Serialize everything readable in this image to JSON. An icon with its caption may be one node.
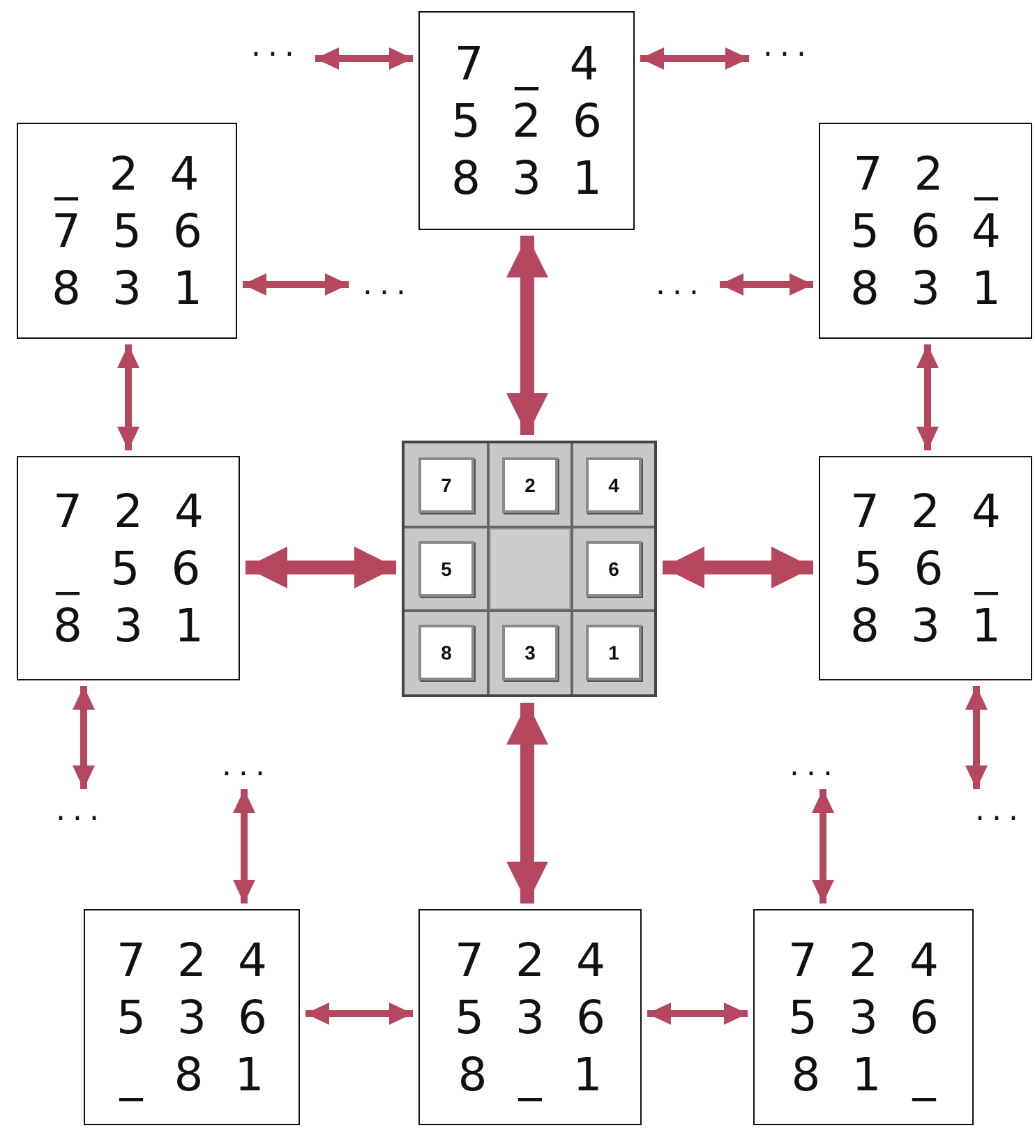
{
  "diagram": {
    "nodes": [
      {
        "text": [
          "..."
        ]
      },
      {
        "text": [
          "7 _ 4",
          "5 2 6",
          "8 3 1"
        ]
      },
      {
        "text": [
          "..."
        ]
      },
      {
        "text": [
          "_ 2 4",
          "7 5 6",
          "8 3 1"
        ]
      },
      {
        "text": [
          "..."
        ]
      },
      {
        "text": [
          "..."
        ]
      },
      {
        "text": [
          "7 2 _",
          "5 6 4",
          "8 3 1"
        ]
      },
      {
        "text": [
          "7 2 4",
          "_ 5 6",
          "8 3 1"
        ]
      },
      {
        "text": [],
        "shape": "box"
      },
      {
        "text": [
          "7"
        ],
        "in": 8
      },
      {
        "text": [
          "2"
        ],
        "in": 8
      },
      {
        "text": [
          "4"
        ],
        "in": 8
      },
      {
        "text": [
          "5"
        ],
        "in": 8
      },
      {
        "text": [],
        "shape": "box",
        "in": 8
      },
      {
        "text": [
          "6"
        ],
        "in": 8
      },
      {
        "text": [
          "8"
        ],
        "in": 8
      },
      {
        "text": [
          "3"
        ],
        "in": 8
      },
      {
        "text": [
          "1"
        ],
        "in": 8
      },
      {
        "text": [
          "7 2 4",
          "5 6 _",
          "8 3 1"
        ]
      },
      {
        "text": [
          "..."
        ]
      },
      {
        "text": [
          "..."
        ]
      },
      {
        "text": [
          "..."
        ]
      },
      {
        "text": [
          "..."
        ]
      },
      {
        "text": [
          "7 2 4",
          "5 3 6",
          "_ 8 1"
        ]
      },
      {
        "text": [
          "7 2 4",
          "5 3 6",
          "8 _ 1"
        ]
      },
      {
        "text": [
          "7 2 4",
          "5 3 6",
          "8 1 _"
        ]
      }
    ],
    "edges": [
      {
        "from": 0,
        "to": 1,
        "arrow": "both"
      },
      {
        "from": 1,
        "to": 2,
        "arrow": "both"
      },
      {
        "from": 3,
        "to": 4,
        "arrow": "both"
      },
      {
        "from": 5,
        "to": 6,
        "arrow": "both"
      },
      {
        "from": 1,
        "to": 8,
        "arrow": "both",
        "style": "thick"
      },
      {
        "from": 3,
        "to": 7,
        "arrow": "both"
      },
      {
        "from": 6,
        "to": 18,
        "arrow": "both"
      },
      {
        "from": 7,
        "to": 8,
        "arrow": "both",
        "style": "thick"
      },
      {
        "from": 8,
        "to": 18,
        "arrow": "both",
        "style": "thick"
      },
      {
        "from": 7,
        "to": 21,
        "arrow": "both"
      },
      {
        "from": 18,
        "to": 22,
        "arrow": "both"
      },
      {
        "from": 19,
        "to": 23,
        "arrow": "both"
      },
      {
        "from": 20,
        "to": 25,
        "arrow": "both"
      },
      {
        "from": 8,
        "to": 24,
        "arrow": "both",
        "style": "thick"
      },
      {
        "from": 23,
        "to": 24,
        "arrow": "both"
      },
      {
        "from": 24,
        "to": 25,
        "arrow": "both"
      }
    ]
  }
}
